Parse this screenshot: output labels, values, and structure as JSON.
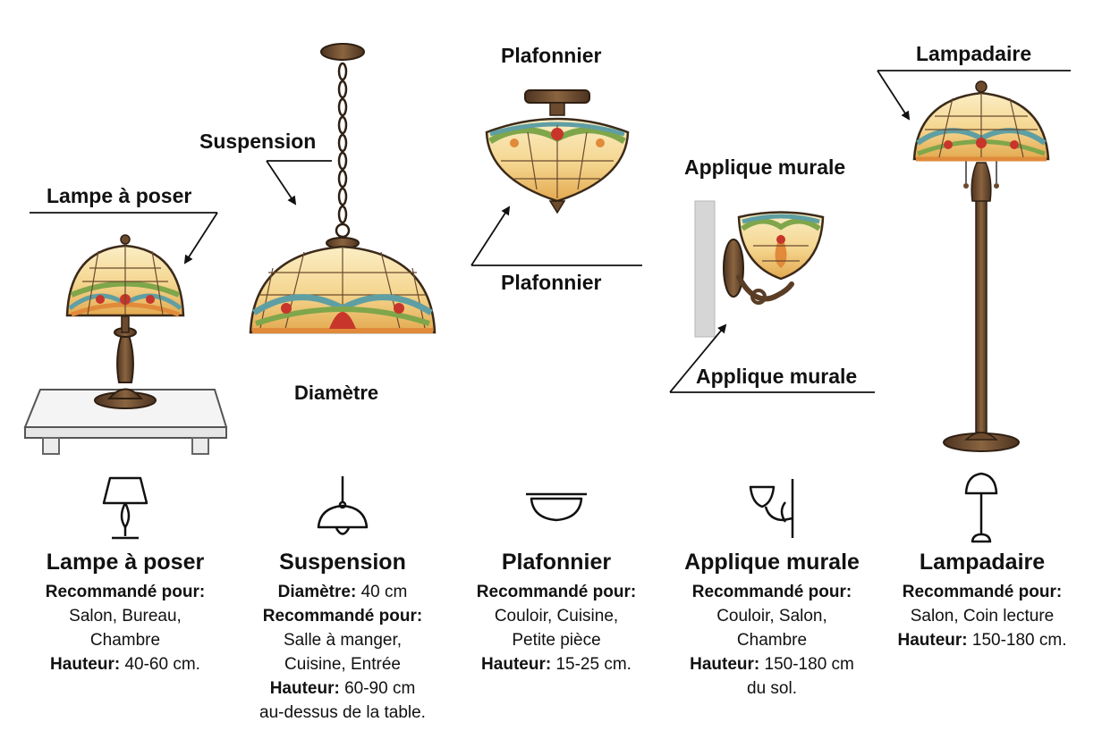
{
  "callouts": {
    "table_lamp": "Lampe à poser",
    "pendant": "Suspension",
    "pendant_dimension": "Diamètre",
    "ceiling_top": "Plafonnier",
    "ceiling_bottom": "Plafonnier",
    "wall_top": "Applique murale",
    "wall_bottom": "Applique murale",
    "floor_lamp": "Lampadaire"
  },
  "columns": [
    {
      "title": "Lampe à poser",
      "icon": "table-lamp-icon",
      "recommended_label": "Recommandé pour:",
      "recommended_lines": [
        "Salon, Bureau,",
        "Chambre"
      ],
      "height_label": "Hauteur:",
      "height_lines": [
        "40-60 cm."
      ]
    },
    {
      "title": "Suspension",
      "icon": "pendant-lamp-icon",
      "diameter_label": "Diamètre:",
      "diameter_value": "40 cm",
      "recommended_label": "Recommandé pour:",
      "recommended_lines": [
        "Salle à manger,",
        "Cuisine, Entrée"
      ],
      "height_label": "Hauteur:",
      "height_lines": [
        "60-90 cm",
        "au-dessus de la table."
      ]
    },
    {
      "title": "Plafonnier",
      "icon": "ceiling-light-icon",
      "recommended_label": "Recommandé pour:",
      "recommended_lines": [
        "Couloir, Cuisine,",
        "Petite pièce"
      ],
      "height_label": "Hauteur:",
      "height_lines": [
        "15-25 cm."
      ]
    },
    {
      "title": "Applique murale",
      "icon": "wall-sconce-icon",
      "recommended_label": "Recommandé pour:",
      "recommended_lines": [
        "Couloir, Salon,",
        "Chambre"
      ],
      "height_label": "Hauteur:",
      "height_lines": [
        "150-180 cm",
        "du sol."
      ]
    },
    {
      "title": "Lampadaire",
      "icon": "floor-lamp-icon",
      "recommended_label": "Recommandé pour:",
      "recommended_lines": [
        "Salon, Coin lecture"
      ],
      "height_label": "Hauteur:",
      "height_lines": [
        "150-180 cm."
      ]
    }
  ],
  "colors": {
    "bronze": "#6b4a2e",
    "glass_cream": "#f4dc9c",
    "glass_orange": "#e08a3a",
    "glass_red": "#c7352b",
    "glass_green": "#7fa64a",
    "glass_teal": "#5f9fa3",
    "line": "#111111"
  }
}
